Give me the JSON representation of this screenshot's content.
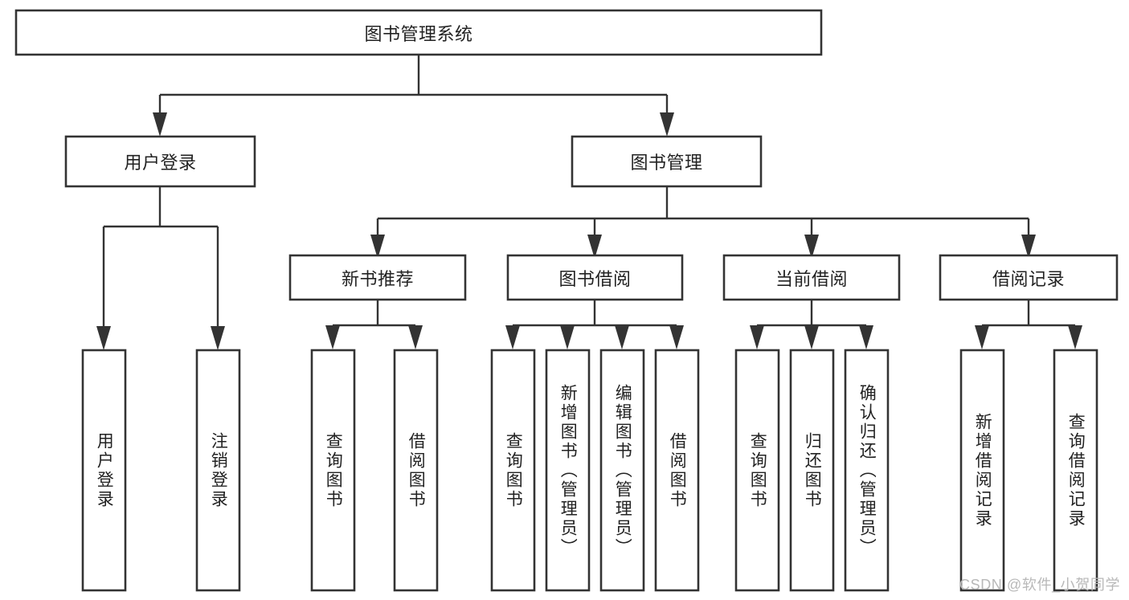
{
  "diagram": {
    "type": "tree-hierarchy-diagram",
    "title": "图书管理系统",
    "watermark": "CSDN @软件_小贺同学",
    "colors": {
      "background": "#ffffff",
      "stroke": "#333333",
      "node_fill": "#ffffff",
      "text": "#222222",
      "watermark": "#b8b8b8"
    },
    "levels": {
      "root": {
        "label": "图书管理系统",
        "orientation": "horizontal"
      },
      "level2": [
        {
          "label": "用户登录",
          "orientation": "horizontal"
        },
        {
          "label": "图书管理",
          "orientation": "horizontal"
        }
      ],
      "level3": [
        {
          "label": "新书推荐",
          "orientation": "horizontal",
          "parent": "图书管理"
        },
        {
          "label": "图书借阅",
          "orientation": "horizontal",
          "parent": "图书管理"
        },
        {
          "label": "当前借阅",
          "orientation": "horizontal",
          "parent": "图书管理"
        },
        {
          "label": "借阅记录",
          "orientation": "horizontal",
          "parent": "图书管理"
        }
      ],
      "leaves": [
        {
          "label": "用户登录",
          "orientation": "vertical",
          "parent": "用户登录"
        },
        {
          "label": "注销登录",
          "orientation": "vertical",
          "parent": "用户登录"
        },
        {
          "label": "查询图书",
          "orientation": "vertical",
          "parent": "新书推荐"
        },
        {
          "label": "借阅图书",
          "orientation": "vertical",
          "parent": "新书推荐"
        },
        {
          "label": "查询图书",
          "orientation": "vertical",
          "parent": "图书借阅"
        },
        {
          "label": "新增图书（管理员）",
          "orientation": "vertical",
          "parent": "图书借阅"
        },
        {
          "label": "编辑图书（管理员）",
          "orientation": "vertical",
          "parent": "图书借阅"
        },
        {
          "label": "借阅图书",
          "orientation": "vertical",
          "parent": "图书借阅"
        },
        {
          "label": "查询图书",
          "orientation": "vertical",
          "parent": "当前借阅"
        },
        {
          "label": "归还图书",
          "orientation": "vertical",
          "parent": "当前借阅"
        },
        {
          "label": "确认归还（管理员）",
          "orientation": "vertical",
          "parent": "当前借阅"
        },
        {
          "label": "新增借阅记录",
          "orientation": "vertical",
          "parent": "借阅记录"
        },
        {
          "label": "查询借阅记录",
          "orientation": "vertical",
          "parent": "借阅记录"
        }
      ]
    }
  }
}
